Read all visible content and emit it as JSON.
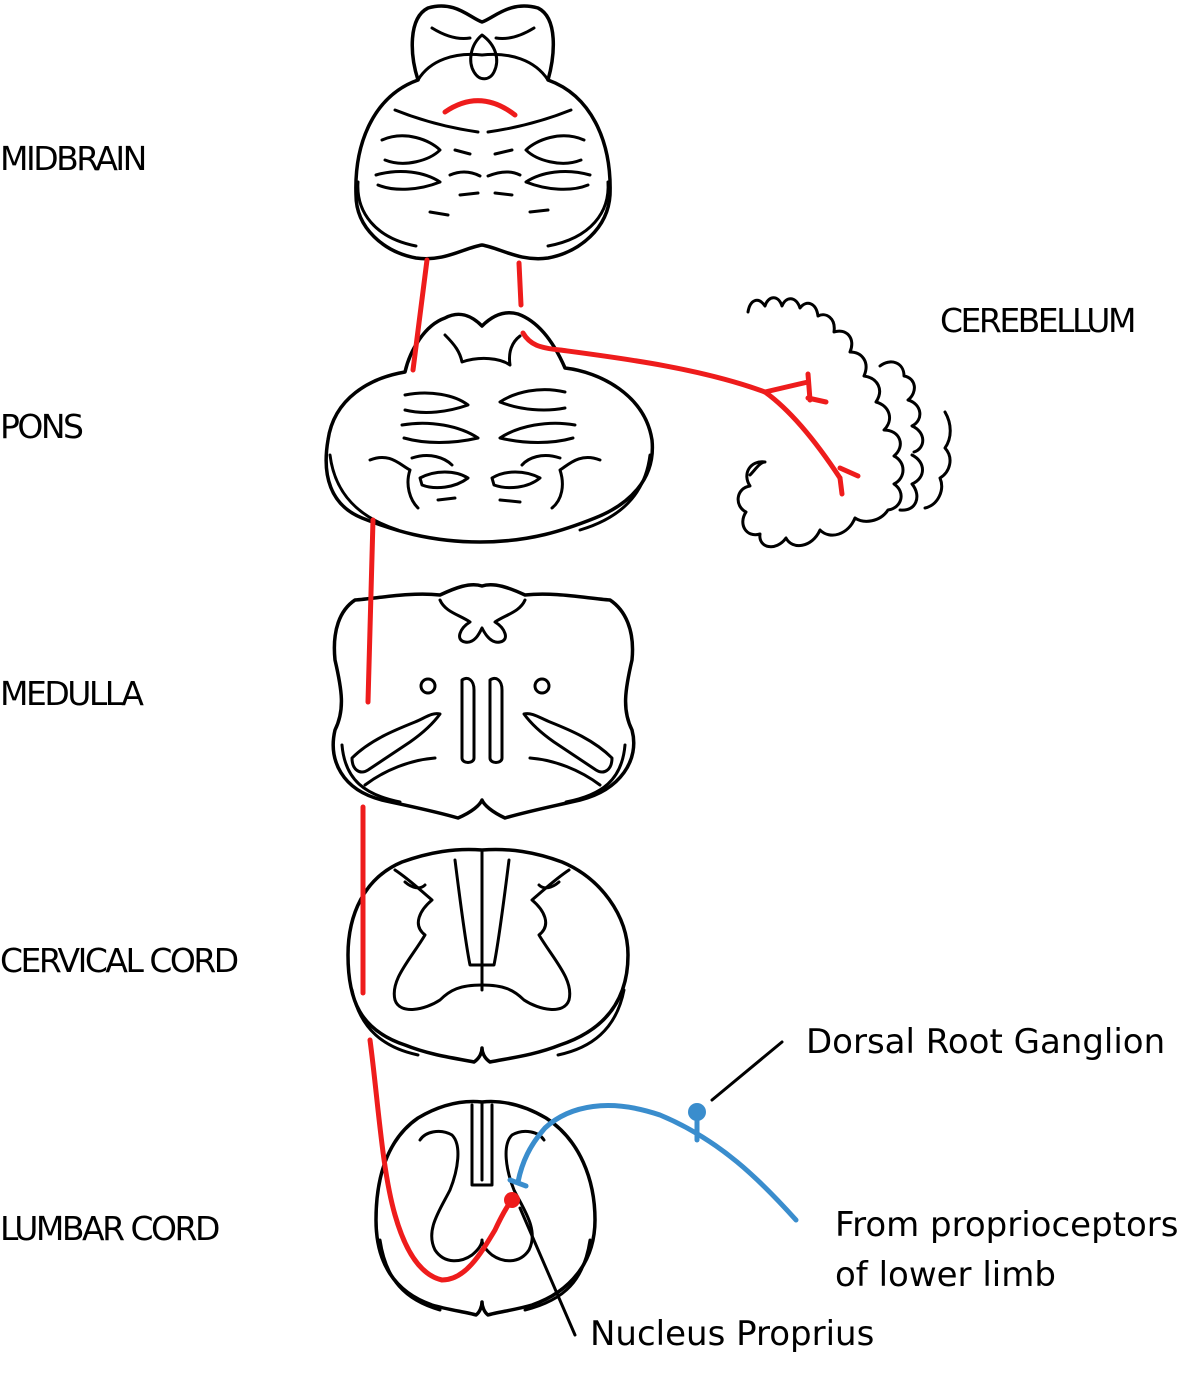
{
  "labels": {
    "midbrain": "MIDBRAIN",
    "pons": "PONS",
    "medulla": "MEDULLA",
    "cervical_cord": "CERVICAL CORD",
    "lumbar_cord": "LUMBAR CORD",
    "cerebellum": "CEREBELLUM",
    "dorsal_root_ganglion": "Dorsal Root Ganglion",
    "proprioceptors_line1": "From proprioceptors",
    "proprioceptors_line2": "of lower limb",
    "nucleus_proprius": "Nucleus Proprius"
  },
  "colors": {
    "ascending_tract": "#ee1c1c",
    "sensory_fiber": "#3a8dcd",
    "outline": "#000000",
    "background": "#ffffff"
  }
}
